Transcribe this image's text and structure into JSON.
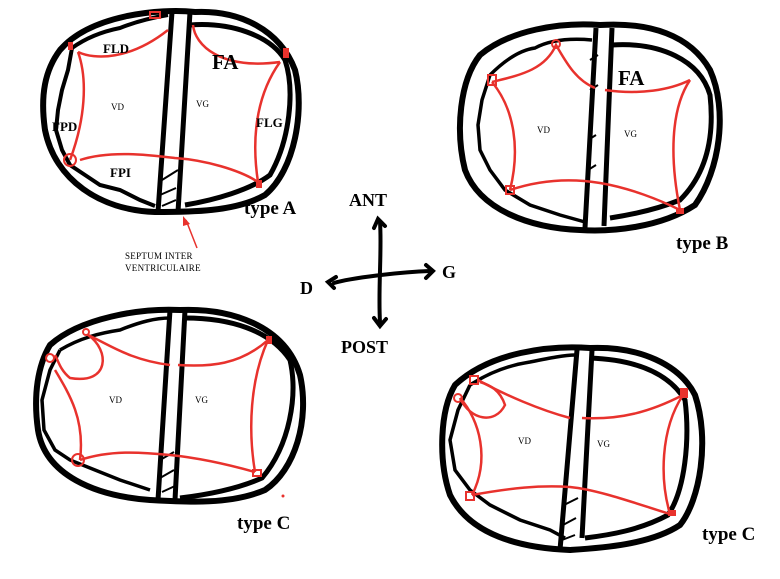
{
  "diagram": {
    "panels": [
      {
        "id": "type-a",
        "type_label": "type  A",
        "chambers": {
          "right": "VD",
          "left": "VG"
        },
        "regions": [
          "FLD",
          "FA",
          "FPD",
          "FLG",
          "FPI"
        ],
        "annotation": {
          "line1": "SEPTUM INTER",
          "line2": "VENTRICULAIRE"
        }
      },
      {
        "id": "type-b",
        "type_label": "type B",
        "chambers": {
          "right": "VD",
          "left": "VG"
        },
        "regions": [
          "FA"
        ]
      },
      {
        "id": "type-c-1",
        "type_label": "type C",
        "chambers": {
          "right": "VD",
          "left": "VG"
        }
      },
      {
        "id": "type-c-2",
        "type_label": "type C",
        "chambers": {
          "right": "VD",
          "left": "VG"
        }
      }
    ],
    "compass": {
      "up": "ANT",
      "down": "POST",
      "left": "D",
      "right": "G"
    },
    "colors": {
      "outline": "#000000",
      "myocardium_line": "#e8322d",
      "background": "#ffffff"
    }
  }
}
